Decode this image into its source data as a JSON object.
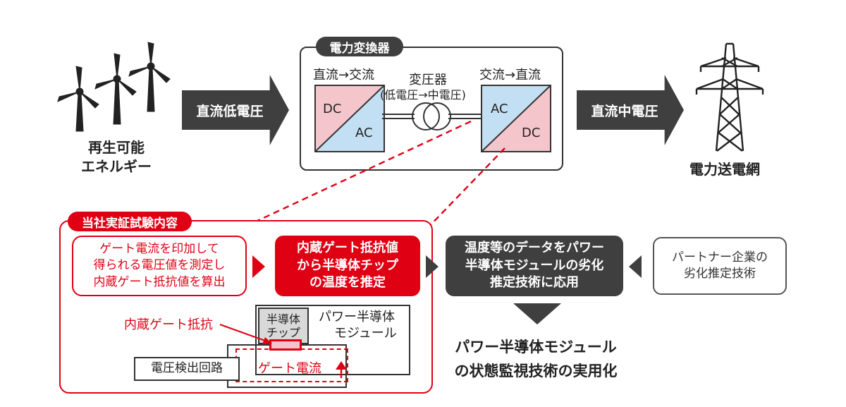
{
  "top": {
    "renewable_label": [
      "再生可能",
      "エネルギー"
    ],
    "arrow_low_voltage": "直流低電圧",
    "converter_title": "電力変換器",
    "left_converter_label": "直流→交流",
    "right_converter_label": "交流→直流",
    "transformer_label": "変圧器",
    "transformer_sub": "(低電圧→中電圧)",
    "dc": "DC",
    "ac": "AC",
    "arrow_mid_voltage": "直流中電圧",
    "grid_label": "電力送電網"
  },
  "bottom": {
    "test_title": "当社実証試験内容",
    "step1": [
      "ゲート電流を印加して",
      "得られる電圧値を測定し",
      "内蔵ゲート抵抗値を算出"
    ],
    "step2": [
      "内蔵ゲート抵抗値",
      "から半導体チップ",
      "の温度を推定"
    ],
    "step3": [
      "温度等のデータをパワー",
      "半導体モジュールの劣化",
      "推定技術に応用"
    ],
    "partner": [
      "パートナー企業の",
      "劣化推定技術"
    ],
    "result": [
      "パワー半導体モジュール",
      "の状態監視技術の実用化"
    ],
    "module_diagram": {
      "internal_gate_resistor": "内蔵ゲート抵抗",
      "chip": [
        "半導体",
        "チップ"
      ],
      "power_module": [
        "パワー半導体",
        "モジュール"
      ],
      "voltage_detection_circuit": "電圧検出回路",
      "gate_current": "ゲート電流"
    }
  },
  "colors": {
    "red": "#e00014",
    "dark": "#3f3f3f",
    "pink": "#f4c6cc",
    "blue": "#c3dff3"
  }
}
